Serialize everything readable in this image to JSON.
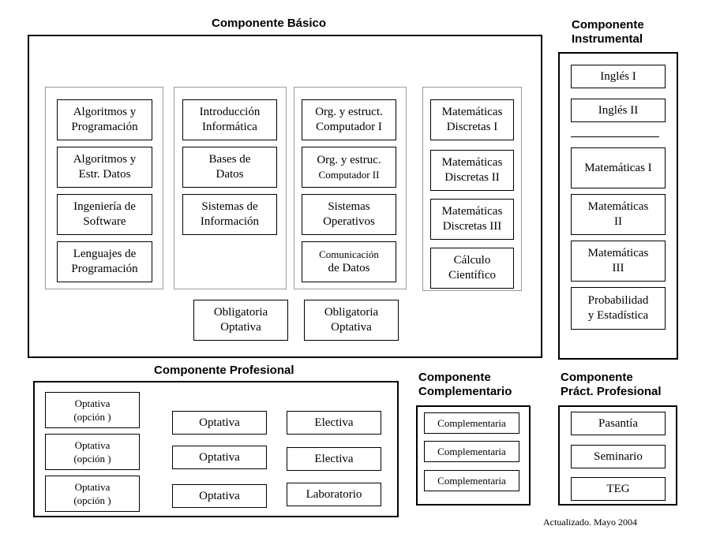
{
  "basico": {
    "title": "Componente Básico",
    "col1": [
      "Algoritmos y\nProgramación",
      "Algoritmos y\nEstr. Datos",
      "Ingeniería de\nSoftware",
      "Lenguajes de\nProgramación"
    ],
    "col2": [
      "Introducción\nInformática",
      "Bases de\nDatos",
      "Sistemas de\nInformación"
    ],
    "col3": {
      "org1": "Org. y estruct.\nComputador I",
      "org2_line1": "Org. y estruc.",
      "org2_line2": "Computador II",
      "sisop": "Sistemas\nOperativos",
      "com_line1": "Comunicación",
      "com_line2": "de Datos"
    },
    "col4": [
      "Matemáticas\nDiscretas I",
      "Matemáticas\nDiscretas II",
      "Matemáticas\nDiscretas III",
      "Cálculo\nCientífico"
    ],
    "obligatoria": [
      "Obligatoria\nOptativa",
      "Obligatoria\nOptativa"
    ]
  },
  "instrumental": {
    "title": "Componente\nInstrumental",
    "items": [
      "Inglés I",
      "Inglés II",
      "Matemáticas I",
      "Matemáticas\nII",
      "Matemáticas\nIII",
      "Probabilidad\ny Estadística"
    ]
  },
  "profesional": {
    "title": "Componente Profesional",
    "opciones": [
      "Optativa\n(opción )",
      "Optativa\n(opción )",
      "Optativa\n(opción )"
    ],
    "optativas": [
      "Optativa",
      "Optativa",
      "Optativa"
    ],
    "col3": [
      "Electiva",
      "Electiva",
      "Laboratorio"
    ]
  },
  "complementario": {
    "title": "Componente\nComplementario",
    "items": [
      "Complementaria",
      "Complementaria",
      "Complementaria"
    ]
  },
  "practica": {
    "title": "Componente\nPráct. Profesional",
    "items": [
      "Pasantía",
      "Seminario",
      "TEG"
    ]
  },
  "footer": "Actualizado. Mayo 2004"
}
